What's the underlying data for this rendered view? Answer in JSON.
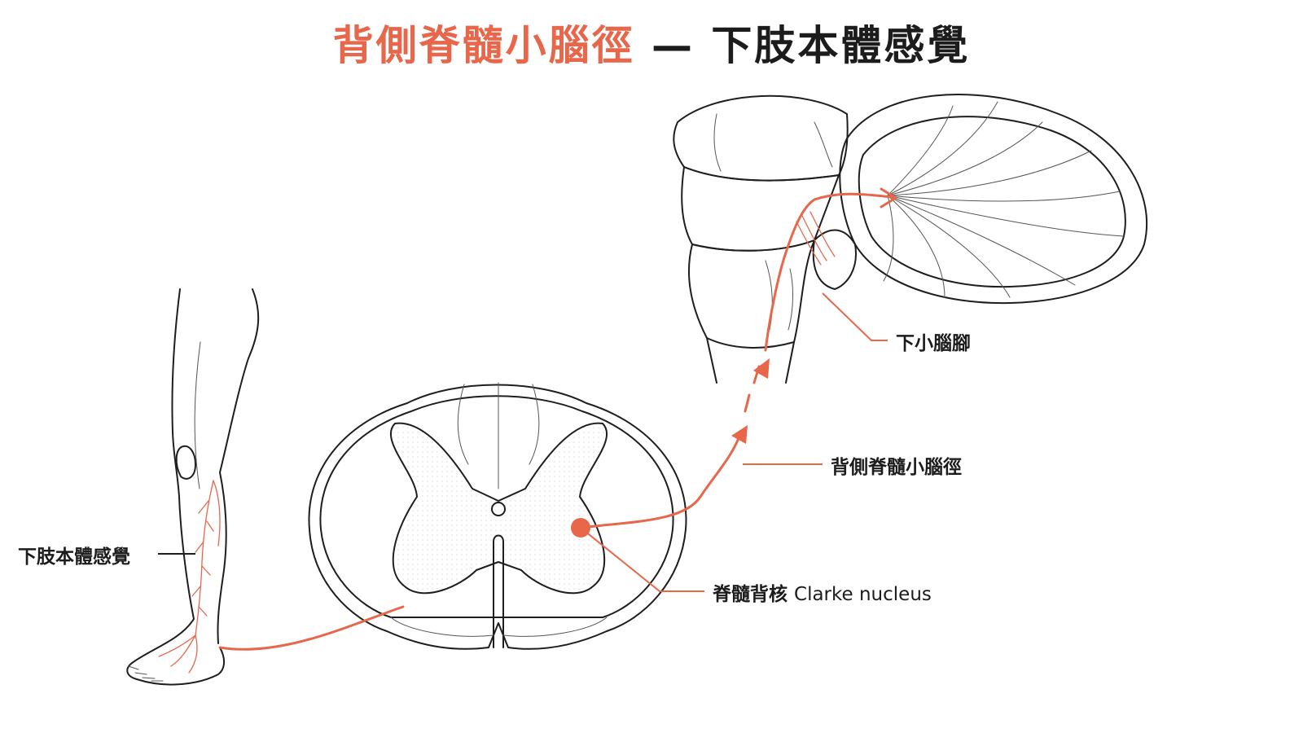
{
  "title": {
    "highlight": "背側脊髓小腦徑",
    "rest": " — 下肢本體感覺"
  },
  "labels": {
    "limb": "下肢本體感覺",
    "peduncle": "下小腦腳",
    "tract": "背側脊髓小腦徑",
    "nucleus_zh": "脊髓背核",
    "nucleus_en": "Clarke nucleus"
  },
  "colors": {
    "accent": "#e8664a",
    "ink": "#1e1e1e"
  }
}
